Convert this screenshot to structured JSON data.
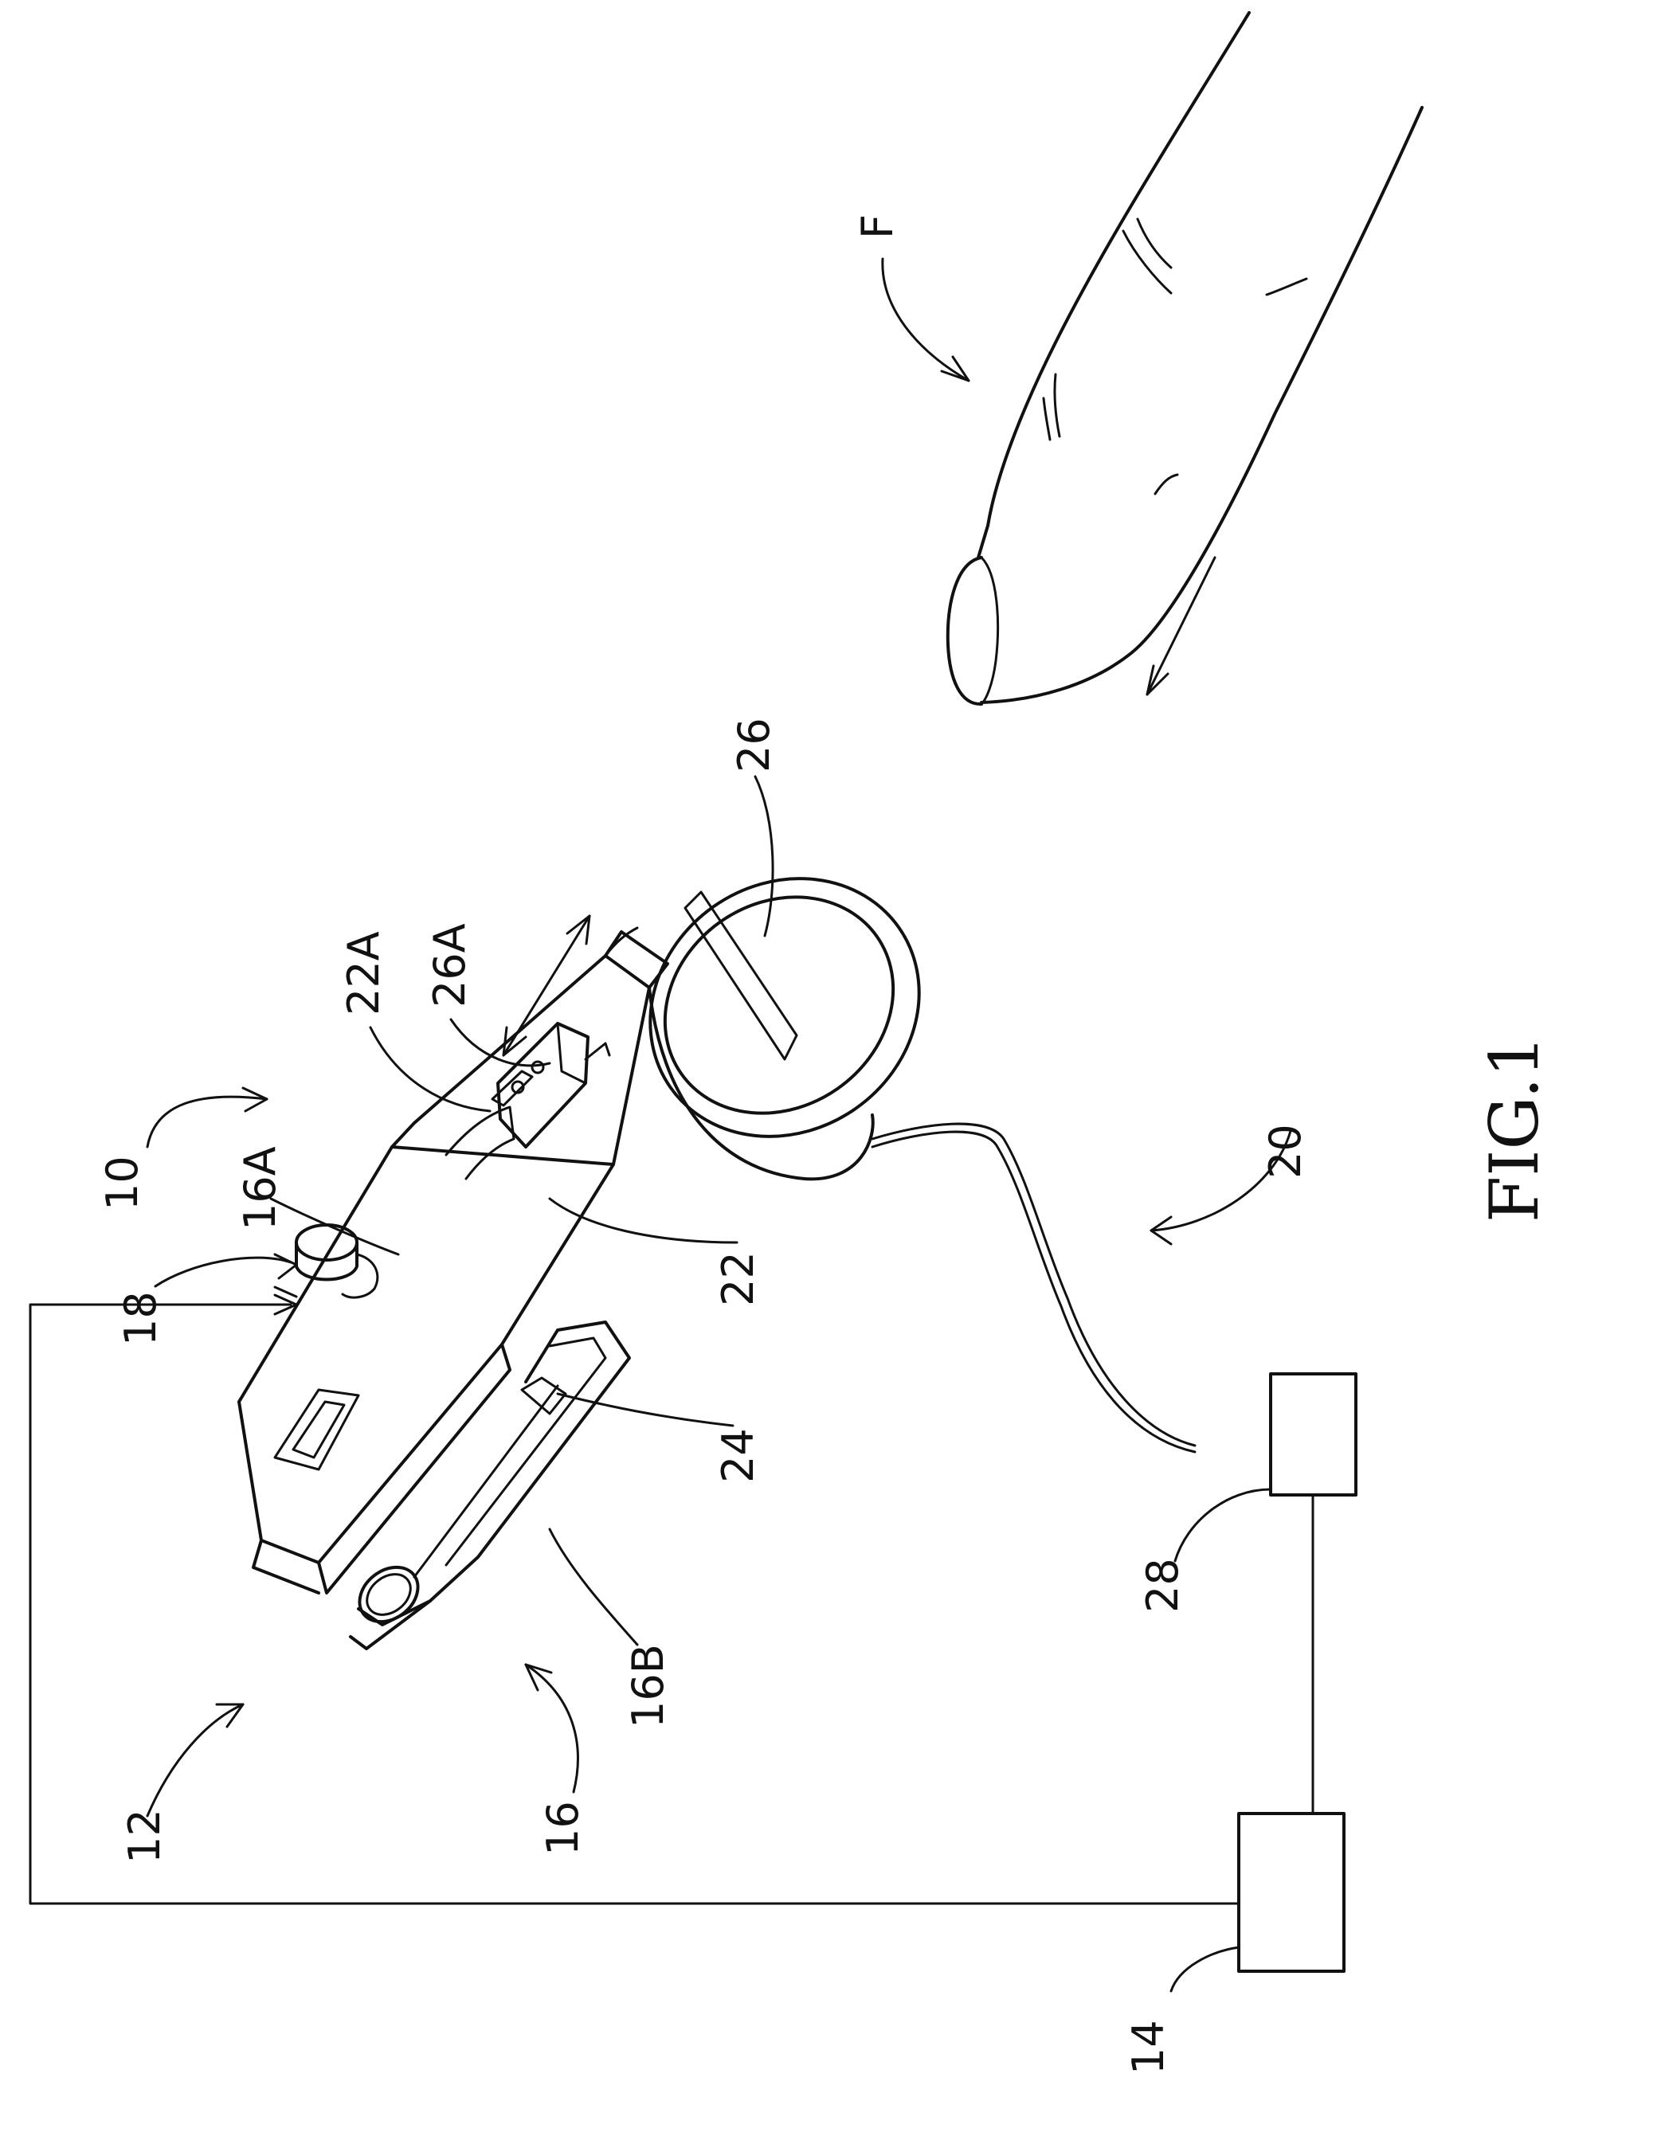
{
  "caption": "FIG.1",
  "labels": {
    "device": "10",
    "assembly": "12",
    "controller": "14",
    "housing": "16",
    "housing_top": "16A",
    "housing_bottom": "16B",
    "button": "18",
    "cable": "20",
    "slider": "22",
    "slider_slot": "22A",
    "plate": "24",
    "ring": "26",
    "ring_tab": "26A",
    "module": "28",
    "finger": "F"
  }
}
